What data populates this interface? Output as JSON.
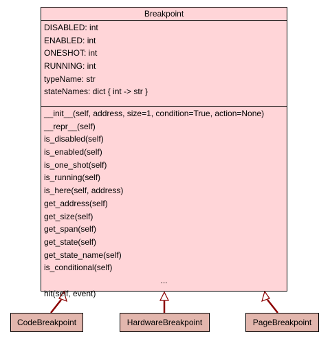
{
  "class": {
    "name": "Breakpoint",
    "attributes": [
      "DISABLED: int",
      "ENABLED: int",
      "ONESHOT: int",
      "RUNNING: int",
      "typeName: str",
      "stateNames: dict { int -> str }"
    ],
    "methods": [
      "__init__(self, address, size=1, condition=True, action=None)",
      "__repr__(self)",
      "is_disabled(self)",
      "is_enabled(self)",
      "is_one_shot(self)",
      "is_running(self)",
      "is_here(self, address)",
      "get_address(self)",
      "get_size(self)",
      "get_span(self)",
      "get_state(self)",
      "get_state_name(self)",
      "is_conditional(self)"
    ],
    "ellipsis": "...",
    "last_method": "hit(self, event)"
  },
  "subclasses": {
    "code": "CodeBreakpoint",
    "hardware": "HardwareBreakpoint",
    "page": "PageBreakpoint"
  },
  "colors": {
    "class_fill": "#ffd5d8",
    "subclass_fill": "#e2b6ad",
    "link_stroke": "#8b0000",
    "border": "#000000"
  }
}
